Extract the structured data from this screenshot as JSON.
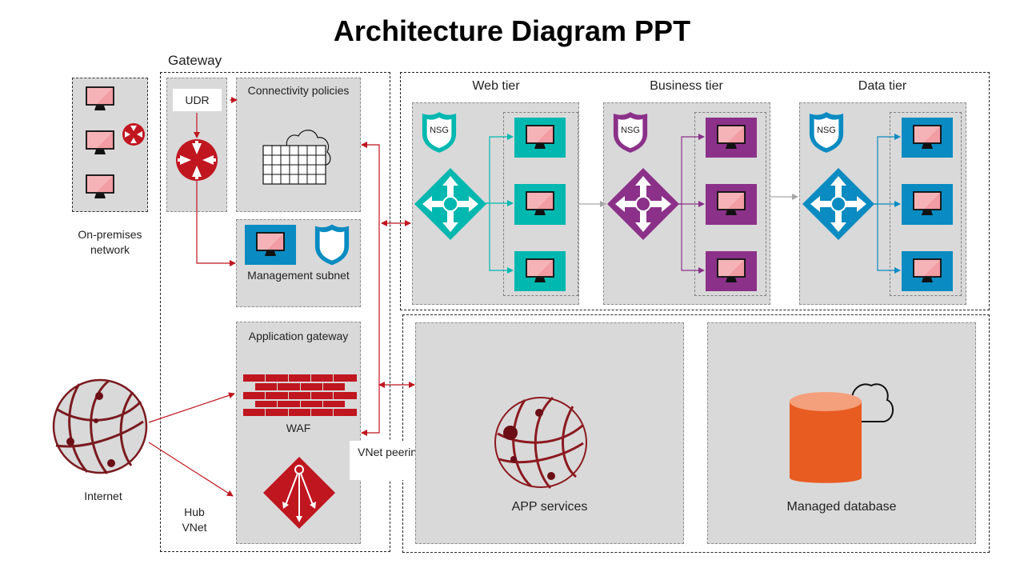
{
  "title": "Architecture Diagram PPT",
  "colors": {
    "accent_red": "#c0161f",
    "web_tier": "#00b8b0",
    "business_tier": "#8b3189",
    "data_tier": "#0a8bc1",
    "database_orange": "#e85c21",
    "panel_gray": "#d9d9d9"
  },
  "on_premises": {
    "label": "On-premises network",
    "vm_count": 3,
    "icons": [
      "monitor-icon",
      "monitor-icon",
      "monitor-icon",
      "router-icon"
    ]
  },
  "gateway": {
    "label": "Gateway",
    "udr_label": "UDR",
    "connectivity_label": "Connectivity policies",
    "management_label": "Management subnet",
    "app_gateway_label": "Application gateway",
    "waf_label": "WAF",
    "hub_vnet_label": "Hub VNet"
  },
  "internet": {
    "label": "Internet"
  },
  "vnet_peering": {
    "label": "VNet peering"
  },
  "tiers": [
    {
      "name": "Web tier",
      "nsg_label": "NSG",
      "vm_count": 3
    },
    {
      "name": "Business tier",
      "nsg_label": "NSG",
      "vm_count": 3
    },
    {
      "name": "Data tier",
      "nsg_label": "NSG",
      "vm_count": 3
    }
  ],
  "services": {
    "app_services_label": "APP services",
    "managed_db_label": "Managed database"
  }
}
